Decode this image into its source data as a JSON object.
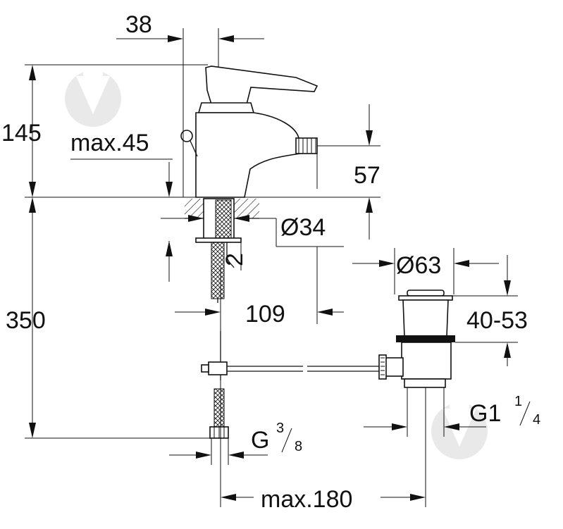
{
  "dimensions": {
    "d38": "38",
    "d145": "145",
    "max45": "max.45",
    "d57": "57",
    "dia34": "Ø34",
    "d2": "2",
    "dia63": "Ø63",
    "d109": "109",
    "d350": "350",
    "d40_53": "40-53",
    "g_left_main": "G",
    "g_left_num": "3",
    "g_left_den": "8",
    "g_right_main": "G1",
    "g_right_num": "1",
    "g_right_den": "4",
    "max180": "max.180"
  },
  "colors": {
    "line": "#111111",
    "watermark": "#e9e9e9"
  }
}
